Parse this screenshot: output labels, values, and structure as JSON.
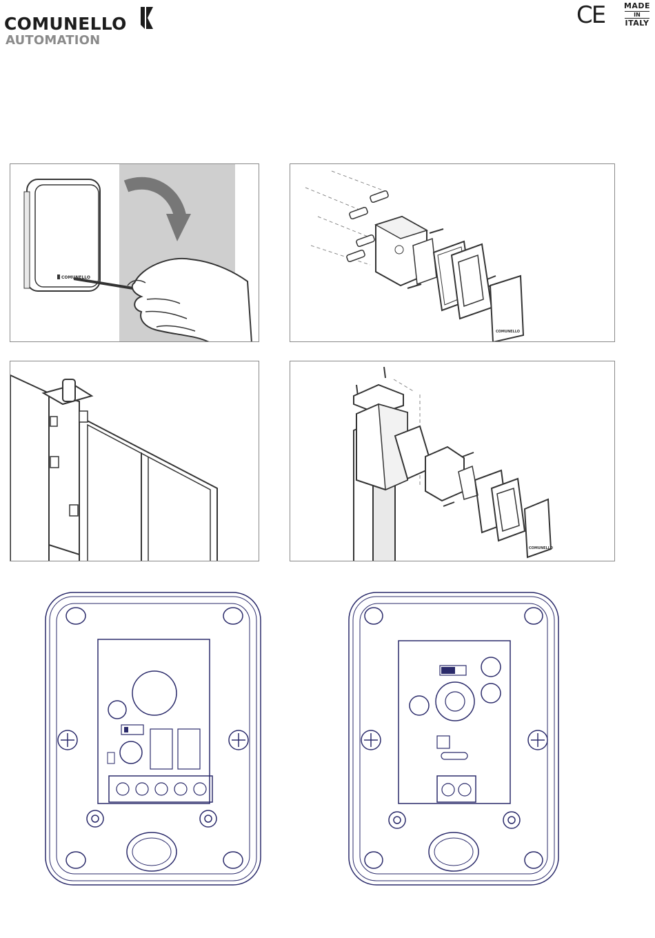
{
  "brand": {
    "name": "COMUNELLO",
    "subtitle": "AUTOMATION",
    "accent": "#1c1c1c",
    "subtitle_color": "#8a8a8a"
  },
  "marks": {
    "ce": "CE",
    "made": "MADE",
    "in": "IN",
    "italy": "ITALY"
  },
  "figures": {
    "remove_cover": {
      "device_label": "COMUNELLO",
      "icon": "screwdriver-icon"
    },
    "wall_mount": {
      "cover_label": "COMUNELLO"
    },
    "gate_install": {
      "icon": "gate-icon"
    },
    "post_mount": {
      "cover_label": "COMUNELLO"
    },
    "board_tx": {
      "icon": "circuit-board-icon"
    },
    "board_rx": {
      "icon": "circuit-board-icon"
    }
  }
}
